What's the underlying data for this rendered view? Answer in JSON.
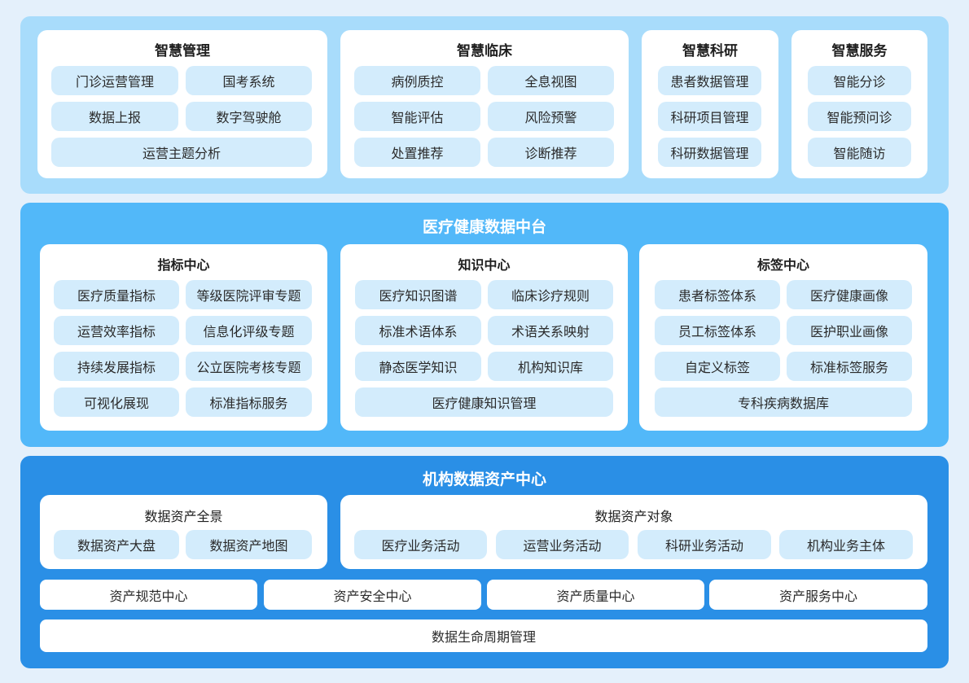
{
  "top": {
    "cards": [
      {
        "title": "智慧管理",
        "items": [
          "门诊运营管理",
          "国考系统",
          "数据上报",
          "数字驾驶舱",
          "运营主题分析"
        ]
      },
      {
        "title": "智慧临床",
        "items": [
          "病例质控",
          "全息视图",
          "智能评估",
          "风险预警",
          "处置推荐",
          "诊断推荐"
        ]
      },
      {
        "title": "智慧科研",
        "items": [
          "患者数据管理",
          "科研项目管理",
          "科研数据管理"
        ]
      },
      {
        "title": "智慧服务",
        "items": [
          "智能分诊",
          "智能预问诊",
          "智能随访"
        ]
      }
    ]
  },
  "middle": {
    "title": "医疗健康数据中台",
    "cards": [
      {
        "title": "指标中心",
        "items": [
          "医疗质量指标",
          "等级医院评审专题",
          "运营效率指标",
          "信息化评级专题",
          "持续发展指标",
          "公立医院考核专题",
          "可视化展现",
          "标准指标服务"
        ]
      },
      {
        "title": "知识中心",
        "items": [
          "医疗知识图谱",
          "临床诊疗规则",
          "标准术语体系",
          "术语关系映射",
          "静态医学知识",
          "机构知识库",
          "医疗健康知识管理"
        ]
      },
      {
        "title": "标签中心",
        "items": [
          "患者标签体系",
          "医疗健康画像",
          "员工标签体系",
          "医护职业画像",
          "自定义标签",
          "标准标签服务",
          "专科疾病数据库"
        ]
      }
    ]
  },
  "bottom": {
    "title": "机构数据资产中心",
    "cards": [
      {
        "title": "数据资产全景",
        "items": [
          "数据资产大盘",
          "数据资产地图"
        ]
      },
      {
        "title": "数据资产对象",
        "items": [
          "医疗业务活动",
          "运营业务活动",
          "科研业务活动",
          "机构业务主体"
        ]
      }
    ],
    "bars": [
      "资产规范中心",
      "资产安全中心",
      "资产质量中心",
      "资产服务中心"
    ],
    "footer": "数据生命周期管理"
  },
  "colors": {
    "background": "#e4f0fb",
    "top_layer": "#a8dcfb",
    "middle_layer": "#52b8f9",
    "bottom_layer": "#2a8fe6",
    "pill": "#d3ecfc"
  }
}
